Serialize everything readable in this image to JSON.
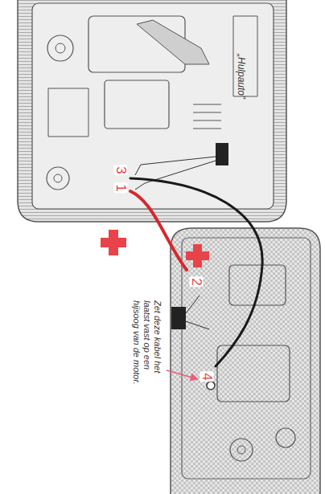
{
  "diagram": {
    "labels": [
      "„Hulpauto”",
      "3",
      "1",
      "2",
      "4",
      "Zet deze kabel het laatst vast op een hijsoog van de motor."
    ]
  }
}
